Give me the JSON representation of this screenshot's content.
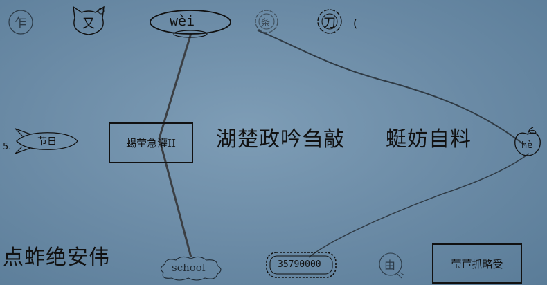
{
  "top_row": {
    "char_1": "乍",
    "char_2": "又",
    "pinyin_top": "wèi",
    "char_4": "条",
    "char_5": "刀",
    "char_5_suffix": "("
  },
  "left_rocket": {
    "number": "5.",
    "label": "节日"
  },
  "left_box": {
    "text": "蜴茔急灌II"
  },
  "middle_sentence": "湖楚政吟刍敲",
  "middle_sentence_2": "蜓妨自料",
  "apple": {
    "pinyin": "hè"
  },
  "bottom_left_text": "点蚱绝安伟",
  "cloud": {
    "word": "school"
  },
  "stamp": {
    "number": "35790000"
  },
  "circle_char": "由",
  "bottom_right_box": {
    "text": "莹苣抓略受"
  },
  "colors": {
    "background": "#6a8aa5",
    "ink": "#111111",
    "line": "#3a3a3a"
  }
}
